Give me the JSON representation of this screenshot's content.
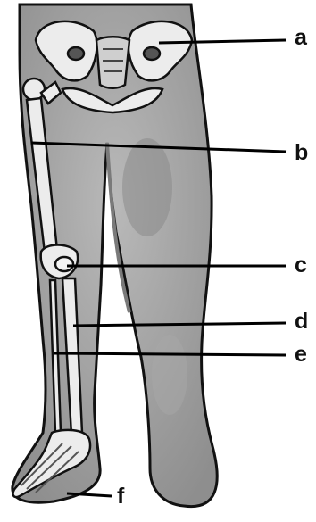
{
  "colors": {
    "skin": "#9a9a9a",
    "skin_light": "#bdbdbd",
    "bone": "#ececec",
    "outline": "#111111",
    "line": "#000000",
    "background": "#ffffff"
  },
  "labels": {
    "a": "a",
    "b": "b",
    "c": "c",
    "d": "d",
    "e": "e",
    "f": "f"
  }
}
